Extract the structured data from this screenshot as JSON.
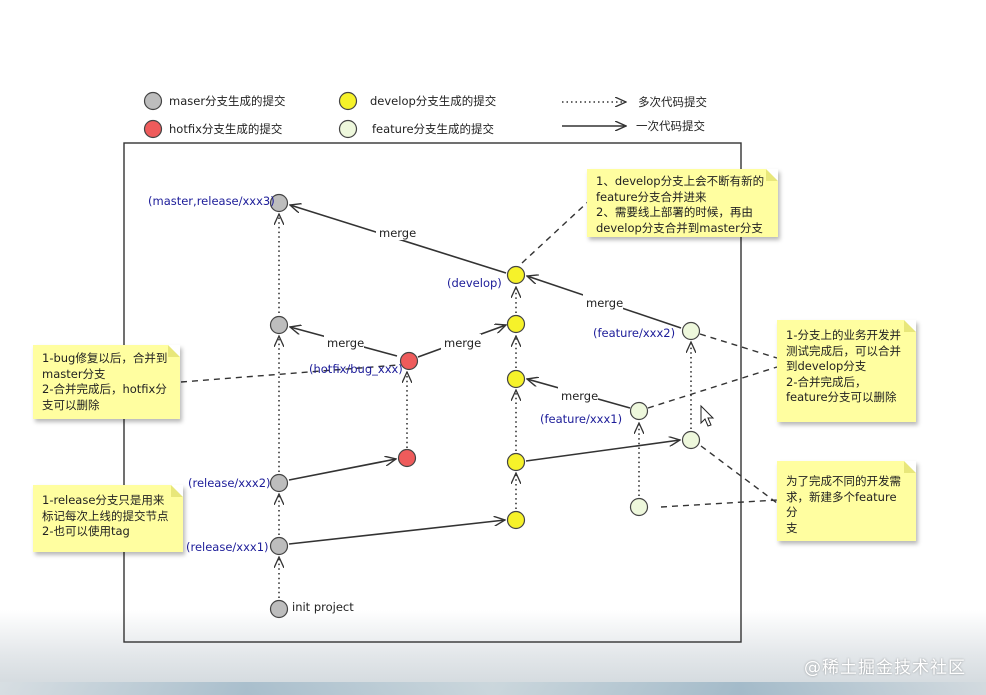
{
  "legend": {
    "master": "maser分支生成的提交",
    "hotfix": "hotfix分支生成的提交",
    "develop": "develop分支生成的提交",
    "feature": "feature分支生成的提交",
    "dotted": "多次代码提交",
    "solid": "一次代码提交"
  },
  "labels": {
    "master_release3": "(master,release/xxx3)",
    "develop": "(develop)",
    "feature_xxx2": "(feature/xxx2)",
    "hotfix": "(hotfix/bug_xxx)",
    "feature_xxx1": "(feature/xxx1)",
    "release_xxx2": "(release/xxx2)",
    "release_xxx1": "(release/xxx1)",
    "init": "init project"
  },
  "merges": {
    "m1": "merge",
    "m2": "merge",
    "m3": "merge",
    "m4": "merge",
    "m5": "merge"
  },
  "notes": {
    "develop_note": "1、develop分支上会不断有新的\nfeature分支合并进来\n2、需要线上部署的时候，再由\ndevelop分支合并到master分支",
    "bug_note": "1-bug修复以后，合并到\nmaster分支\n2-合并完成后，hotfix分\n支可以删除",
    "feature_note": "1-分支上的业务开发并\n测试完成后，可以合并\n到develop分支\n2-合并完成后，\nfeature分支可以删除",
    "release_note": "1-release分支只是用来\n标记每次上线的提交节点\n2-也可以使用tag",
    "new_feature_note": "为了完成不同的开发需\n求，新建多个feature分\n支"
  },
  "watermark": "@稀土掘金技术社区",
  "colors": {
    "master": "#bdbdbd",
    "hotfix": "#ee5b5b",
    "develop": "#f6f22a",
    "feature": "#eef8dc",
    "note": "#fffea0",
    "label_blue": "#1c1c99"
  }
}
